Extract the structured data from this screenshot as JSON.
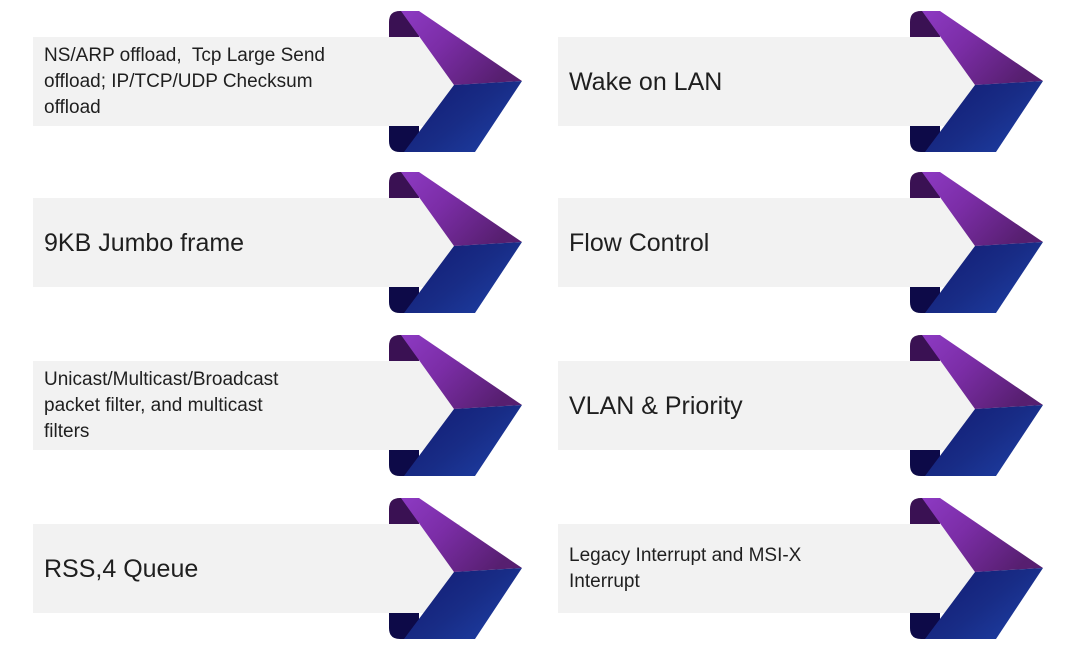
{
  "slide": {
    "type": "feature-list-slide",
    "background": "#ffffff"
  },
  "features": {
    "left": [
      {
        "text": "NS/ARP offload,  Tcp Large Send\noffload; IP/TCP/UDP Checksum\noffload"
      },
      {
        "text": "9KB Jumbo frame"
      },
      {
        "text": "Unicast/Multicast/Broadcast\npacket filter, and multicast\nfilters"
      },
      {
        "text": "RSS,4 Queue"
      }
    ],
    "right": [
      {
        "text": "Wake on LAN"
      },
      {
        "text": "Flow Control"
      },
      {
        "text": "VLAN & Priority"
      },
      {
        "text": "Legacy Interrupt and MSI-X\nInterrupt"
      }
    ]
  },
  "icon": {
    "name": "chevron-arrow-icon",
    "description": "3D folded chevron arrow pointing right, purple top half, navy bottom half"
  },
  "colors": {
    "bar-background": "#f2f2f2",
    "text": "#1f1f1f",
    "purple-hi": "#8d3ac3",
    "purple-mid": "#7b2da6",
    "purple-lo": "#571f70",
    "navy-lo": "#131c74",
    "navy-mid": "#182c86",
    "navy-hi": "#1e40a6",
    "fold-purple": "#3a1153",
    "fold-navy": "#0d0a48"
  }
}
